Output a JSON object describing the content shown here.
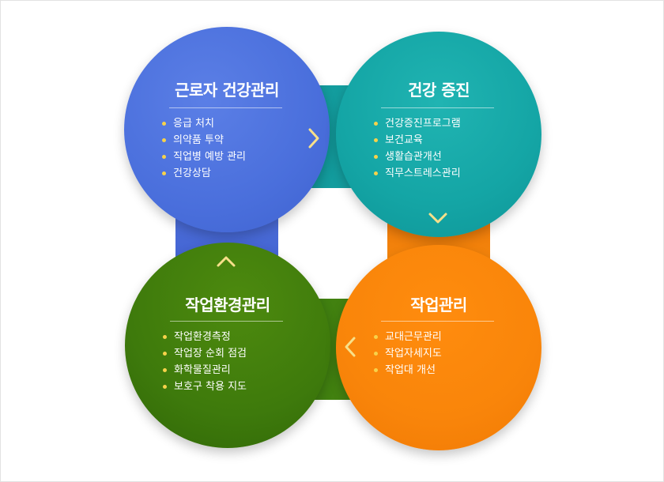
{
  "quadrants": {
    "health_management": {
      "title": "근로자 건강관리",
      "items": [
        "응급 처치",
        "의약품 투약",
        "직업병 예방 관리",
        "건강상담"
      ],
      "color": "#4a6fdc"
    },
    "health_promotion": {
      "title": "건강 증진",
      "items": [
        "건강증진프로그램",
        "보건교육",
        "생활습관개선",
        "직무스트레스관리"
      ],
      "color": "#14a5a5"
    },
    "work_management": {
      "title": "작업관리",
      "items": [
        "교대근무관리",
        "작업자세지도",
        "작업대 개선"
      ],
      "color": "#f9850a"
    },
    "work_environment": {
      "title": "작업환경관리",
      "items": [
        "작업환경측정",
        "작업장 순회 점검",
        "화학물질관리",
        "보호구 착용 지도"
      ],
      "color": "#3e7a0c"
    }
  },
  "arrows": {
    "right": "chevron-right-icon",
    "down": "chevron-down-icon",
    "left": "chevron-left-icon",
    "up": "chevron-up-icon",
    "color": "#f7e08a"
  },
  "bullet_color": "#f7d24a"
}
